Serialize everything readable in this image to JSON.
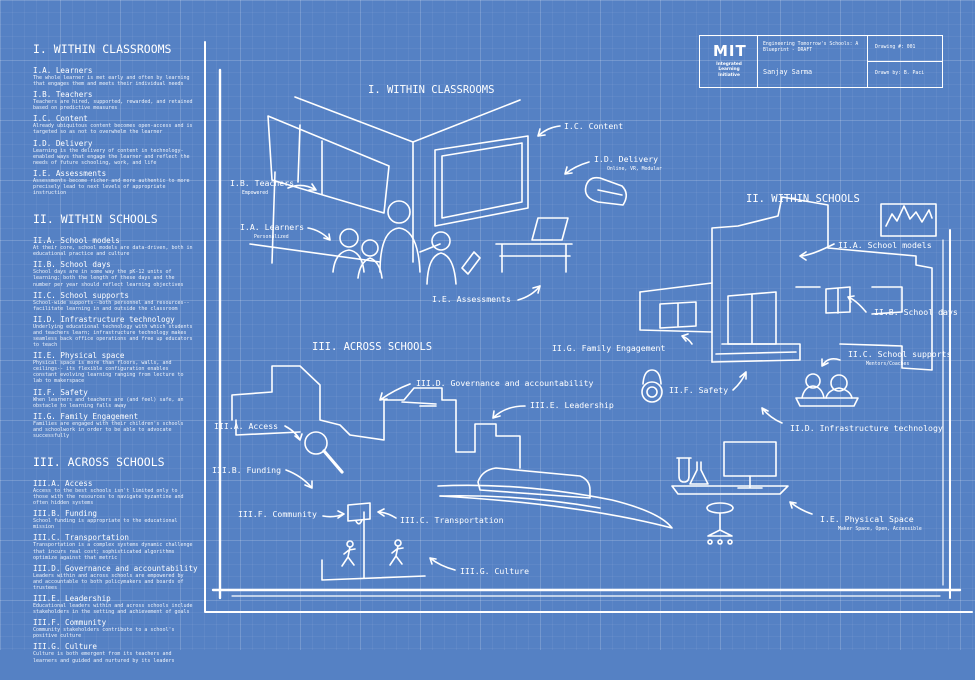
{
  "left_panel": {
    "sections": [
      {
        "heading": "I. WITHIN CLASSROOMS",
        "items": [
          {
            "title": "I.A. Learners",
            "desc": "The whole learner is met early and often by learning that engages them and meets their individual needs"
          },
          {
            "title": "I.B. Teachers",
            "desc": "Teachers are hired, supported, rewarded, and retained based on predictive measures"
          },
          {
            "title": "I.C. Content",
            "desc": "Already ubiquitous content becomes open-access and is targeted so as not to overwhelm the learner"
          },
          {
            "title": "I.D. Delivery",
            "desc": "Learning is the delivery of content in technology-enabled ways that engage the learner and reflect the needs of future schooling, work, and life"
          },
          {
            "title": "I.E. Assessments",
            "desc": "Assessments become richer and more authentic to more precisely lead to next levels of appropriate instruction"
          }
        ]
      },
      {
        "heading": "II. WITHIN SCHOOLS",
        "items": [
          {
            "title": "II.A. School models",
            "desc": "At their core, school models are data-driven, both in educational practice and culture"
          },
          {
            "title": "II.B. School days",
            "desc": "School days are in some way the pK-12 units of learning; both the length of these days and the number per year should reflect learning objectives"
          },
          {
            "title": "II.C. School supports",
            "desc": "School-wide supports--both personnel and resources--facilitate learning in and outside the classroom"
          },
          {
            "title": "II.D. Infrastructure technology",
            "desc": "Underlying educational technology with which students and teachers learn; infrastructure technology makes seamless back office operations and free up educators to teach"
          },
          {
            "title": "II.E. Physical space",
            "desc": "Physical space is more than floors, walls, and ceilings-- its flexible configuration enables constant evolving learning ranging from lecture to lab to makerspace"
          },
          {
            "title": "II.F. Safety",
            "desc": "When learners and teachers are (and feel) safe, an obstacle to learning falls away"
          },
          {
            "title": "II.G. Family Engagement",
            "desc": "Families are engaged with their children's schools and schoolwork in order to be able to advocate successfully"
          }
        ]
      },
      {
        "heading": "III. ACROSS SCHOOLS",
        "items": [
          {
            "title": "III.A. Access",
            "desc": "Access to the best schools isn't limited only to those with the resources to navigate byzantine and often hidden systems"
          },
          {
            "title": "III.B. Funding",
            "desc": "School funding is appropriate to the educational mission"
          },
          {
            "title": "III.C.  Transportation",
            "desc": "Transportation is a complex systems dynamic challenge that incurs real cost; sophisticated algorithms optimize against that metric"
          },
          {
            "title": "III.D. Governance and accountability",
            "desc": "Leaders within and across schools are empowered by and accountable to both policymakers and boards of trustees"
          },
          {
            "title": "III.E. Leadership",
            "desc": "Educational leaders within and across schools include stakeholders in the setting and achievement of goals"
          },
          {
            "title": "III.F. Community",
            "desc": "Community stakeholders contribute to a school's positive culture"
          },
          {
            "title": "III.G. Culture",
            "desc": "Culture is both emergent from its teachers and learners and guided and nurtured by its leaders"
          }
        ]
      }
    ]
  },
  "title_block": {
    "logo": "MIT",
    "logo_sub": "Integrated Learning Initiative",
    "title": "Engineering Tomorrow's Schools: A Blueprint - DRAFT",
    "author": "Sanjay Sarma",
    "drawing_no": "Drawing #: 001",
    "drawn_by": "Drawn by: B. Paci"
  },
  "diagram": {
    "classrooms_heading": "I. WITHIN CLASSROOMS",
    "schools_heading": "II. WITHIN SCHOOLS",
    "across_heading": "III. ACROSS SCHOOLS",
    "labels": {
      "content": "I.C. Content",
      "delivery": "I.D. Delivery",
      "delivery_sub": "Online, VR, Modular",
      "teachers": "I.B. Teachers",
      "teachers_sub": "Empowered",
      "learners": "I.A. Learners",
      "learners_sub": "Personalized",
      "assessments": "I.E.  Assessments",
      "school_models": "II.A. School models",
      "school_days": "II.B. School days",
      "family": "II.G.  Family Engagement",
      "supports": "II.C. School supports",
      "supports_sub": "Mentors/Coaches",
      "safety": "II.F.  Safety",
      "infra": "II.D. Infrastructure technology",
      "physical": "I.E. Physical Space",
      "physical_sub": "Maker Space, Open, Accessible",
      "governance": "III.D. Governance and accountability",
      "leadership": "III.E. Leadership",
      "access": "III.A. Access",
      "funding": "III.B. Funding",
      "community": "III.F. Community",
      "transportation": "III.C. Transportation",
      "culture": "III.G. Culture"
    }
  }
}
